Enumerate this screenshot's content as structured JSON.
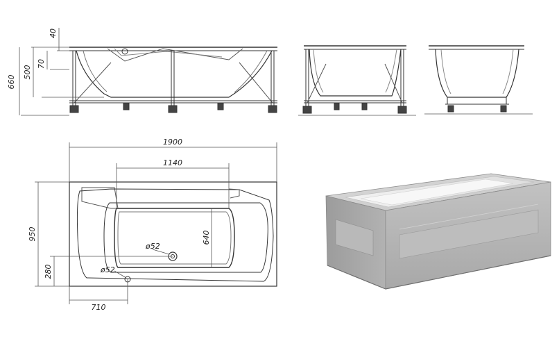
{
  "dimensions": {
    "side_height_total": "660",
    "side_depth": "500",
    "side_rim": "40",
    "side_overflow": "70",
    "top_length": "1900",
    "top_inner_length": "1140",
    "top_width": "950",
    "top_inner_width": "640",
    "drain_diameter": "ø52",
    "overflow_diameter": "ø52",
    "drain_offset_height": "280",
    "drain_offset_length": "710"
  },
  "colors": {
    "line": "#333333",
    "dim_line": "#555555",
    "panel_front": "#b4b4b4",
    "panel_side": "#a2a2a2",
    "panel_top": "#d8d8d8",
    "basin": "#ececec"
  }
}
